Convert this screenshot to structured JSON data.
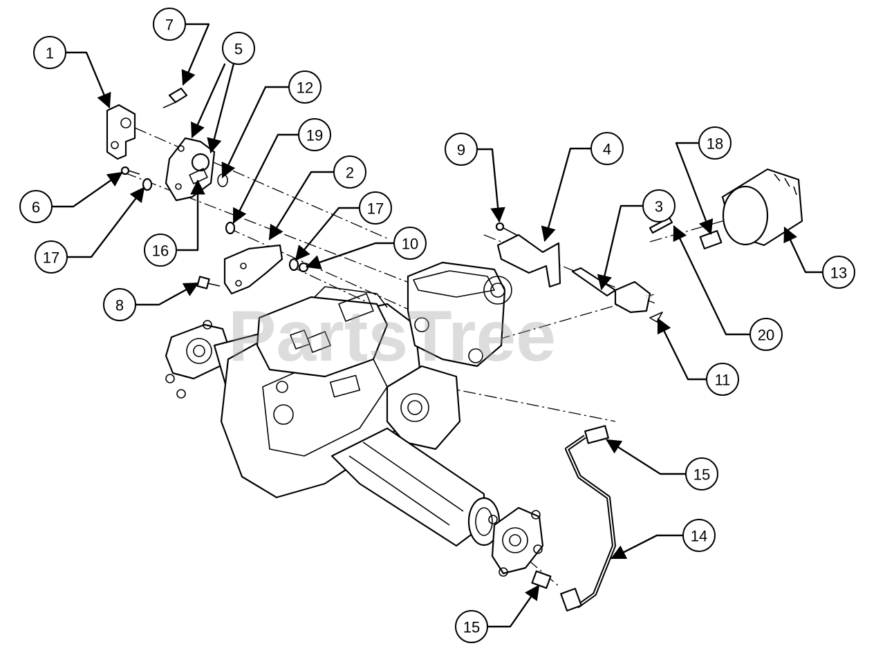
{
  "watermark": {
    "text": "PartsTree",
    "trademark": "™"
  },
  "callouts": [
    {
      "id": "c1",
      "label": "1"
    },
    {
      "id": "c7",
      "label": "7"
    },
    {
      "id": "c5",
      "label": "5"
    },
    {
      "id": "c12",
      "label": "12"
    },
    {
      "id": "c19",
      "label": "19"
    },
    {
      "id": "c6",
      "label": "6"
    },
    {
      "id": "c17a",
      "label": "17"
    },
    {
      "id": "c16",
      "label": "16"
    },
    {
      "id": "c2",
      "label": "2"
    },
    {
      "id": "c17b",
      "label": "17"
    },
    {
      "id": "c10",
      "label": "10"
    },
    {
      "id": "c8",
      "label": "8"
    },
    {
      "id": "c9",
      "label": "9"
    },
    {
      "id": "c4",
      "label": "4"
    },
    {
      "id": "c3",
      "label": "3"
    },
    {
      "id": "c18",
      "label": "18"
    },
    {
      "id": "c13",
      "label": "13"
    },
    {
      "id": "c20",
      "label": "20"
    },
    {
      "id": "c11",
      "label": "11"
    },
    {
      "id": "c15a",
      "label": "15"
    },
    {
      "id": "c14",
      "label": "14"
    },
    {
      "id": "c15b",
      "label": "15"
    }
  ]
}
